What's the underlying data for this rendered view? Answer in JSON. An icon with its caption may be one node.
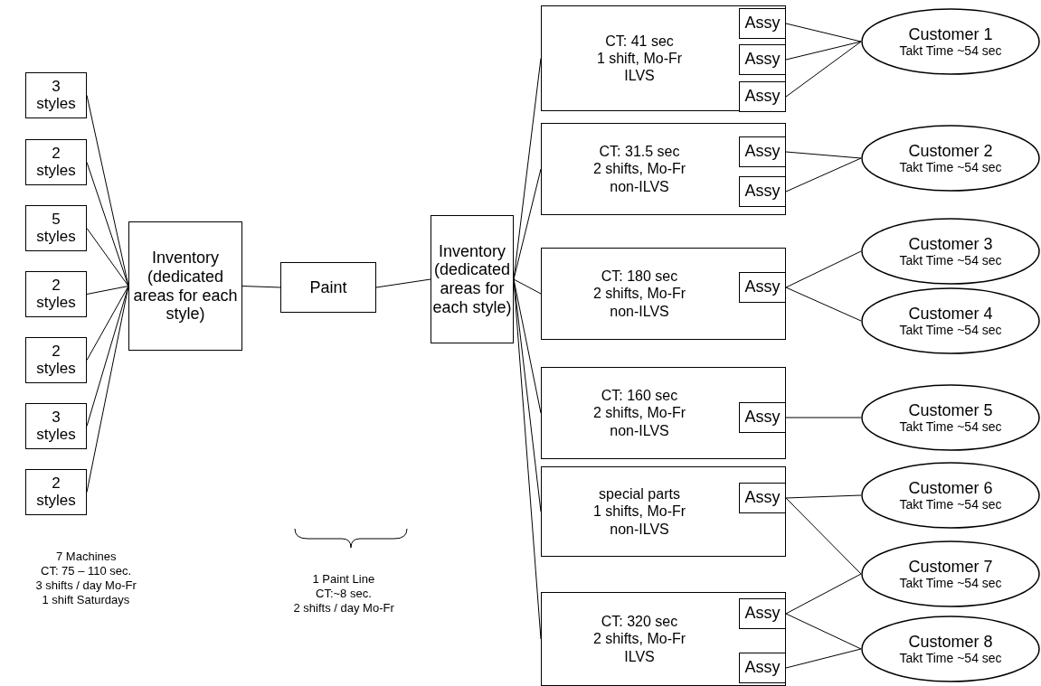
{
  "diagram": {
    "nodes": [
      {
        "text": [
          "3 styles"
        ]
      },
      {
        "text": [
          "2 styles"
        ]
      },
      {
        "text": [
          "5 styles"
        ]
      },
      {
        "text": [
          "2 styles"
        ]
      },
      {
        "text": [
          "2 styles"
        ]
      },
      {
        "text": [
          "3 styles"
        ]
      },
      {
        "text": [
          "2 styles"
        ]
      },
      {
        "text": [
          "Inventory (dedicated areas for each style)"
        ]
      },
      {
        "text": [
          "Paint"
        ]
      },
      {
        "text": [
          "Inventory (dedicated areas for each style)"
        ]
      },
      {
        "text": [
          "CT: 41 sec",
          "1 shift, Mo-Fr",
          "ILVS"
        ]
      },
      {
        "text": [
          "Assy"
        ],
        "in": 10
      },
      {
        "text": [
          "Assy"
        ],
        "in": 10
      },
      {
        "text": [
          "Assy"
        ],
        "in": 10
      },
      {
        "text": [
          "CT: 31.5 sec",
          "2 shifts, Mo-Fr",
          "non-ILVS"
        ]
      },
      {
        "text": [
          "Assy"
        ],
        "in": 14
      },
      {
        "text": [
          "Assy"
        ],
        "in": 14
      },
      {
        "text": [
          "CT: 180 sec",
          "2 shifts, Mo-Fr",
          "non-ILVS"
        ]
      },
      {
        "text": [
          "Assy"
        ],
        "in": 17
      },
      {
        "text": [
          "CT: 160 sec",
          "2 shifts, Mo-Fr",
          "non-ILVS"
        ]
      },
      {
        "text": [
          "Assy"
        ],
        "in": 19
      },
      {
        "text": [
          "special parts",
          "1 shifts, Mo-Fr",
          "non-ILVS"
        ]
      },
      {
        "text": [
          "Assy"
        ],
        "in": 21
      },
      {
        "text": [
          "CT: 320 sec",
          "2 shifts, Mo-Fr",
          "ILVS"
        ]
      },
      {
        "text": [
          "Assy"
        ],
        "in": 23
      },
      {
        "text": [
          "Assy"
        ],
        "in": 23
      },
      {
        "text": [
          "Customer 1",
          "Takt Time ~54 sec"
        ]
      },
      {
        "text": [
          "Customer 2",
          "Takt Time ~54 sec"
        ]
      },
      {
        "text": [
          "Customer 3",
          "Takt Time ~54 sec"
        ]
      },
      {
        "text": [
          "Customer 4",
          "Takt Time ~54 sec"
        ]
      },
      {
        "text": [
          "Customer 5",
          "Takt Time ~54 sec"
        ]
      },
      {
        "text": [
          "Customer 6",
          "Takt Time ~54 sec"
        ]
      },
      {
        "text": [
          "Customer 7",
          "Takt Time ~54 sec"
        ]
      },
      {
        "text": [
          "Customer 8",
          "Takt Time ~54 sec"
        ]
      }
    ],
    "edges": [
      {
        "from": 0,
        "to": 7,
        "arrow": "none"
      },
      {
        "from": 1,
        "to": 7,
        "arrow": "none"
      },
      {
        "from": 2,
        "to": 7,
        "arrow": "none"
      },
      {
        "from": 3,
        "to": 7,
        "arrow": "none"
      },
      {
        "from": 4,
        "to": 7,
        "arrow": "none"
      },
      {
        "from": 5,
        "to": 7,
        "arrow": "none"
      },
      {
        "from": 6,
        "to": 7,
        "arrow": "none"
      },
      {
        "from": 7,
        "to": 8,
        "arrow": "none"
      },
      {
        "from": 8,
        "to": 9,
        "arrow": "none"
      },
      {
        "from": 9,
        "to": 10,
        "arrow": "none"
      },
      {
        "from": 9,
        "to": 14,
        "arrow": "none"
      },
      {
        "from": 9,
        "to": 17,
        "arrow": "none"
      },
      {
        "from": 9,
        "to": 19,
        "arrow": "none"
      },
      {
        "from": 9,
        "to": 21,
        "arrow": "none"
      },
      {
        "from": 9,
        "to": 23,
        "arrow": "none"
      },
      {
        "from": 11,
        "to": 26,
        "arrow": "none"
      },
      {
        "from": 12,
        "to": 26,
        "arrow": "none"
      },
      {
        "from": 13,
        "to": 26,
        "arrow": "none"
      },
      {
        "from": 15,
        "to": 27,
        "arrow": "none"
      },
      {
        "from": 16,
        "to": 27,
        "arrow": "none"
      },
      {
        "from": 18,
        "to": 28,
        "arrow": "none"
      },
      {
        "from": 18,
        "to": 29,
        "arrow": "none"
      },
      {
        "from": 20,
        "to": 30,
        "arrow": "none"
      },
      {
        "from": 22,
        "to": 31,
        "arrow": "none"
      },
      {
        "from": 22,
        "to": 32,
        "arrow": "none"
      },
      {
        "from": 24,
        "to": 32,
        "arrow": "none"
      },
      {
        "from": 24,
        "to": 33,
        "arrow": "none"
      },
      {
        "from": 25,
        "to": 33,
        "arrow": "none"
      }
    ],
    "labels": [
      "7 Machines",
      "CT: 75 – 110 sec.",
      "3 shifts / day Mo-Fr",
      "1 shift Saturdays",
      "1 Paint Line",
      "CT:~8 sec.",
      "2 shifts / day Mo-Fr"
    ]
  }
}
